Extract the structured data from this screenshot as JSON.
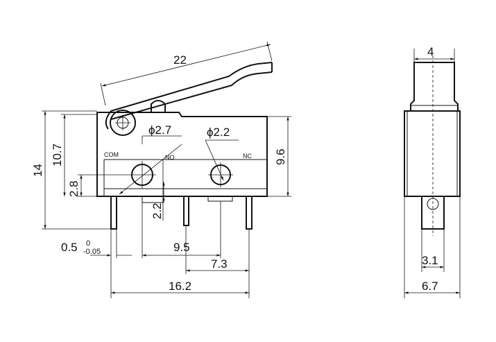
{
  "front_view": {
    "lever_length": "22",
    "phi_roller": "ϕ2.7",
    "phi_hole": "ϕ2.2",
    "height_total": "14",
    "height_body": "10.7",
    "height_right": "9.6",
    "hole_offset": "2.8",
    "terminal_gap": "2.2",
    "terminal_thickness": "0.5",
    "tolerance_upper": "0",
    "tolerance_lower": "-0.05",
    "pitch_1": "9.5",
    "pitch_2": "7.3",
    "width_total": "16.2",
    "pin_com": "COM",
    "pin_no": "NO",
    "pin_nc": "NC"
  },
  "side_view": {
    "top_width": "4",
    "terminal_width": "3.1",
    "body_width": "6.7"
  }
}
